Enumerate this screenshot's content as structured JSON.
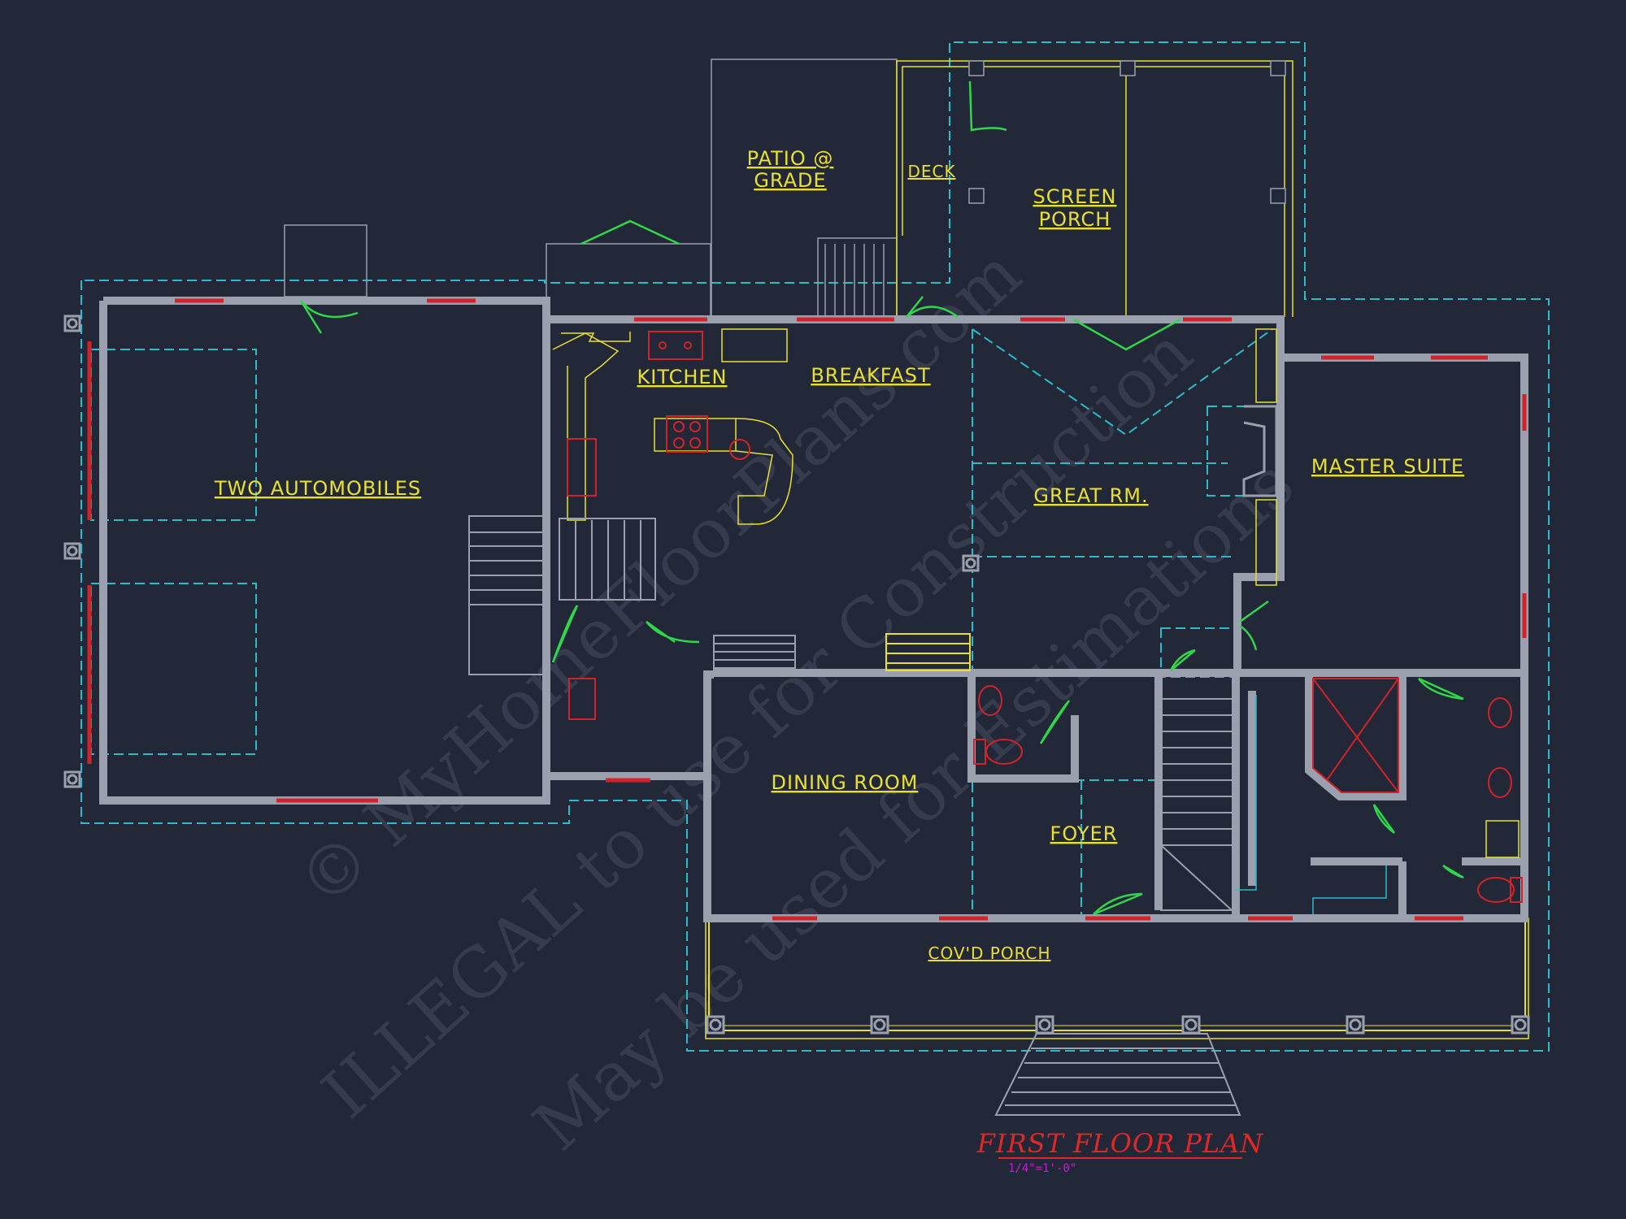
{
  "plan_title": "FIRST FLOOR PLAN",
  "scale": "1/4\"=1'-0\"",
  "rooms": {
    "patio": [
      "PATIO @",
      "GRADE"
    ],
    "deck": "DECK",
    "screen_porch": [
      "SCREEN",
      "PORCH"
    ],
    "garage": "TWO AUTOMOBILES",
    "kitchen": "KITCHEN",
    "breakfast": "BREAKFAST",
    "great_room": "GREAT RM.",
    "master_suite": "MASTER SUITE",
    "dining_room": "DINING ROOM",
    "foyer": "FOYER",
    "covd_porch": "COV'D PORCH"
  },
  "watermark": [
    "© MyHomeFloorPlans.com",
    "ILLEGAL to use for Construction",
    "May be used for Estimations"
  ],
  "colors": {
    "background": "#232838",
    "wall": "#9aa0ad",
    "dimension_line": "#2bbcc8",
    "door_swing": "#2ed84a",
    "window": "#d2232a",
    "fixture": "#e8e030",
    "title": "#e02828"
  }
}
